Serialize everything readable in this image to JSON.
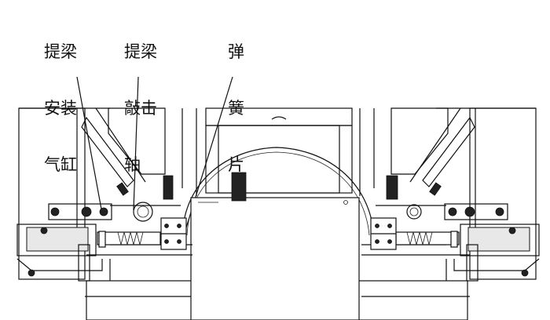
{
  "labels": {
    "lift_cylinder": [
      "提梁",
      "安装",
      "气缸"
    ],
    "strike_shaft": [
      "提梁",
      "敲击",
      "轴"
    ],
    "spring_plate": [
      "弹",
      "簧",
      "片"
    ]
  }
}
